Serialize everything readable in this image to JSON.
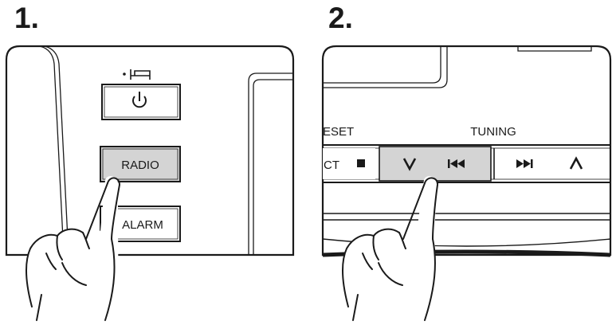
{
  "steps": [
    {
      "number": "1.",
      "buttons": {
        "power": {
          "icon": "power-icon",
          "indicator_icon": "sleep-bed-icon"
        },
        "radio": {
          "label": "RADIO",
          "pressed": true
        },
        "alarm": {
          "label": "ALARM"
        }
      }
    },
    {
      "number": "2.",
      "labels": {
        "preset": "ESET",
        "tuning": "TUNING"
      },
      "buttons": {
        "select": {
          "label": "CT",
          "icon": "stop-square-icon"
        },
        "tune_down": {
          "icons": [
            "chevron-down-icon",
            "skip-back-icon"
          ],
          "pressed": true
        },
        "skip_forward": {
          "icon": "skip-forward-icon"
        },
        "tune_up": {
          "icon": "chevron-up-icon"
        }
      }
    }
  ],
  "colors": {
    "line": "#1a1a1a",
    "pressed_fill": "#d4d4d4",
    "background": "#ffffff"
  }
}
